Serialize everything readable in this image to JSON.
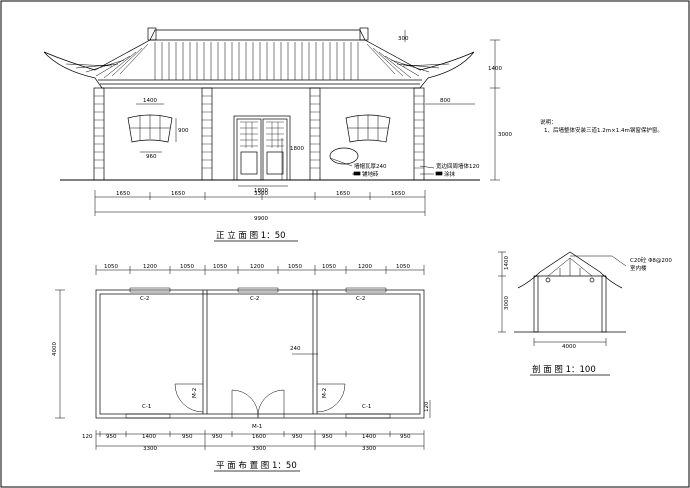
{
  "elevation": {
    "caption": "正 立 面 图   1：50",
    "dims_bottom": [
      "1650",
      "1650",
      "3300",
      "1650",
      "1650"
    ],
    "total": "9900",
    "dim_window_w": "1400",
    "dim_window_h": "900",
    "dim_window_sill": "960",
    "dim_door_h": "1800",
    "dim_door_w": "1800",
    "dim_roof_top": "300",
    "dim_roof_h": "1400",
    "dim_eave": "800",
    "dim_height": "3000",
    "label_wall_cap": "墙帽瓦厚240",
    "label_paving": "铺地砖",
    "label_wall": "宽边回周墙体120",
    "label_wall2": "涂抹"
  },
  "notes": {
    "title": "说明：",
    "line1": "1、后墙整体安装三道1.2m×1.4m钢窗保护窗。"
  },
  "plan": {
    "caption": "平 面 布 置 图   1：50",
    "dims_top": [
      "1050",
      "1200",
      "1050",
      "1050",
      "1200",
      "1050",
      "1050",
      "1200",
      "1050"
    ],
    "dims_bottom": [
      "120",
      "950",
      "1400",
      "950",
      "950",
      "1600",
      "950",
      "950",
      "1400",
      "950"
    ],
    "dims_total": [
      "3300",
      "3300",
      "3300"
    ],
    "dim_depth": "4000",
    "dim_wall": "240",
    "dim_side": "120",
    "window_top": "C-2",
    "window_bottom": "C-1",
    "door_main": "M-1",
    "door_side": "M-2"
  },
  "section": {
    "caption": "剖 面 图   1：100",
    "dim_width": "4000",
    "dim_height": "3000",
    "dim_roof": "1400",
    "label_beam": "C20砼 Φ8@200",
    "label_roof": "室内楼"
  }
}
